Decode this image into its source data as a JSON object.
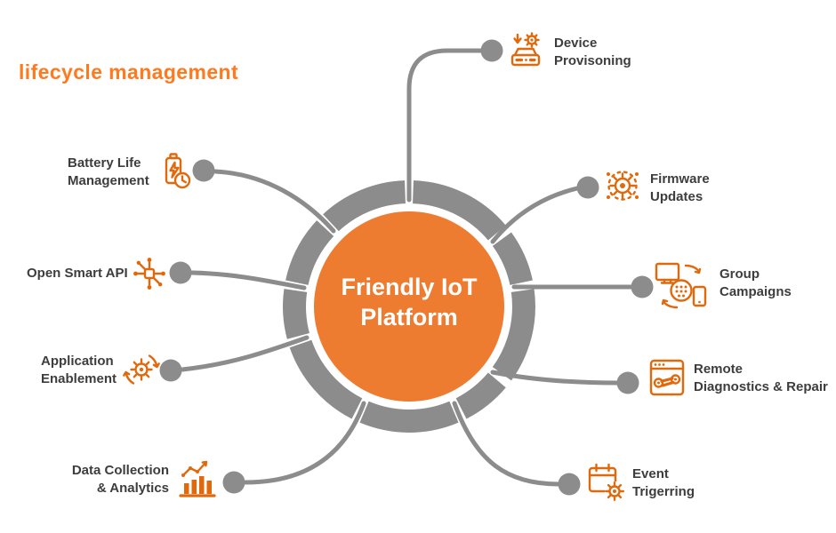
{
  "title": "lifecycle management",
  "hub": {
    "line1": "Friendly IoT",
    "line2": "Platform"
  },
  "items": [
    {
      "id": "device-provisioning",
      "icon": "device-provisioning-icon",
      "line1": "Device",
      "line2": "Provisoning"
    },
    {
      "id": "firmware-updates",
      "icon": "firmware-updates-icon",
      "line1": "Firmware",
      "line2": "Updates"
    },
    {
      "id": "group-campaigns",
      "icon": "group-campaigns-icon",
      "line1": "Group",
      "line2": "Campaigns"
    },
    {
      "id": "remote-diagnostics",
      "icon": "remote-diagnostics-icon",
      "line1": "Remote",
      "line2": "Diagnostics & Repair"
    },
    {
      "id": "event-triggering",
      "icon": "event-triggering-icon",
      "line1": "Event",
      "line2": "Trigerring"
    },
    {
      "id": "battery-life",
      "icon": "battery-life-icon",
      "line1": "Battery Life",
      "line2": "Management"
    },
    {
      "id": "open-smart-api",
      "icon": "open-smart-api-icon",
      "line1": "Open Smart API",
      "line2": ""
    },
    {
      "id": "application-enablement",
      "icon": "application-enablement-icon",
      "line1": "Application",
      "line2": "Enablement"
    },
    {
      "id": "data-collection",
      "icon": "data-collection-icon",
      "line1": "Data Collection",
      "line2": "& Analytics"
    }
  ],
  "colors": {
    "hub_orange": "#ED7B30",
    "title_orange": "#FF7A1E",
    "icon_orange": "#E2690B",
    "line_gray": "#8C8C8C",
    "label_text": "#3D3D3D",
    "hub_text": "#FFFFFF",
    "background": "#FFFFFF"
  }
}
